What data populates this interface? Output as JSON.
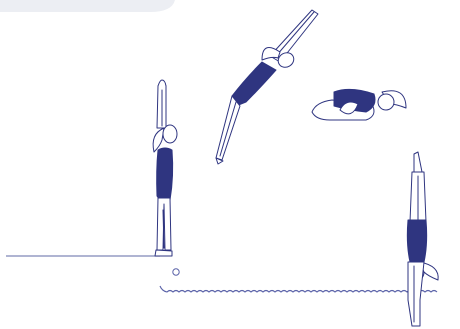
{
  "illustration": {
    "colors": {
      "swimsuit": "#2f3580",
      "outline": "#2f3580",
      "skin": "#ffffff",
      "hair": "#ffffff",
      "board": "#7f86b8",
      "water": "#5a62a8",
      "background": "#ffffff",
      "corner_tint": "#eceef3"
    },
    "figures": [
      "standing-pose",
      "pike-dive-pose",
      "tuck-pose",
      "water-entry-pose"
    ]
  }
}
